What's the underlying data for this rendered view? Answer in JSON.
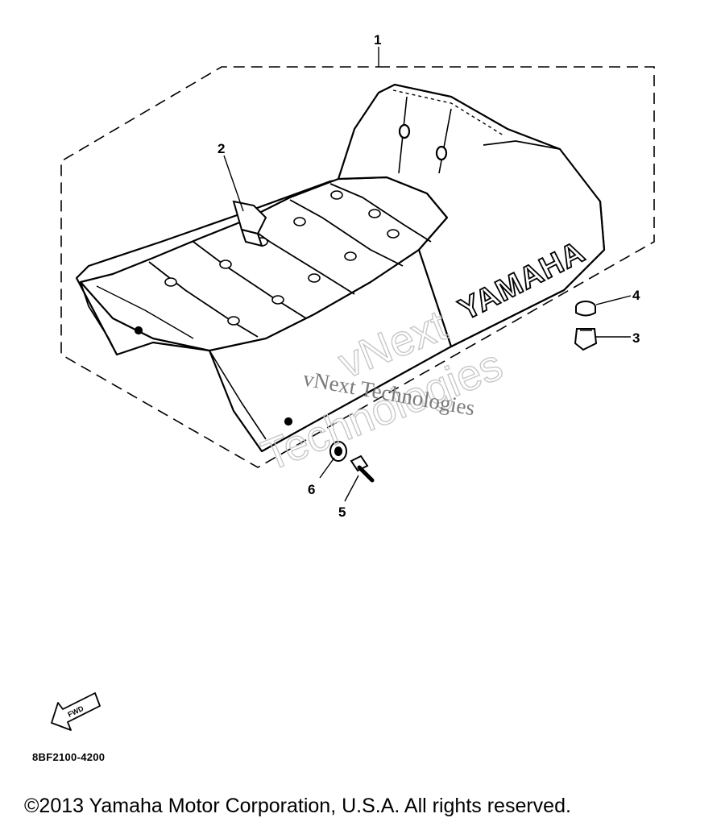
{
  "callouts": [
    "1",
    "2",
    "3",
    "4",
    "5",
    "6"
  ],
  "brand_text": "YAMAHA",
  "fwd_label": "FWD",
  "part_code": "8BF2100-4200",
  "watermark": {
    "outline_line1": "vNext",
    "outline_line2": "Technologies",
    "serif": "vNext Technologies"
  },
  "copyright": "©2013 Yamaha Motor Corporation, U.S.A. All rights reserved.",
  "colors": {
    "line": "#000000",
    "background": "#ffffff",
    "watermark": "#c8c8c8"
  }
}
